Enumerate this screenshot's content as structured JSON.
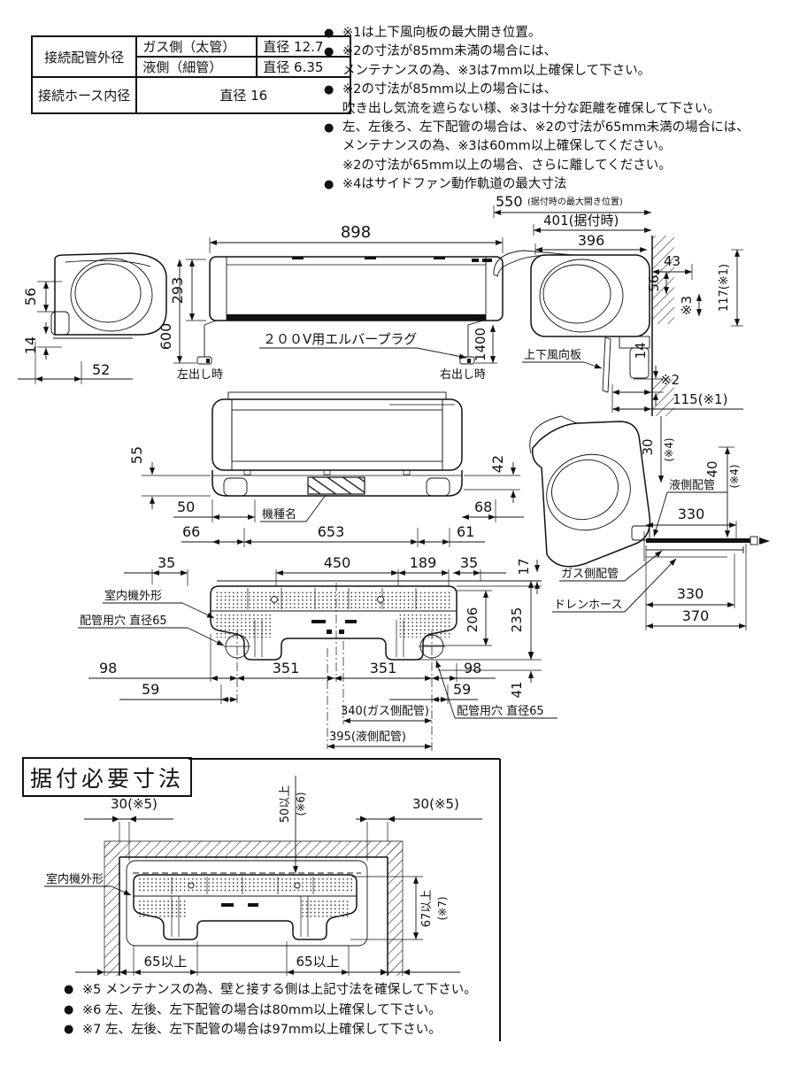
{
  "spec_table": {
    "r1c1": "接続配管外径",
    "r1c2": "ガス側（太管）",
    "r1c3": "直径 12.7",
    "r2c2": "液側（細管）",
    "r2c3": "直径 6.35",
    "r3c1": "接続ホース内径",
    "r3c2": "直径 16"
  },
  "notes_top": {
    "lines": [
      {
        "b": "●",
        "t": "※1は上下風向板の最大開き位置。"
      },
      {
        "b": "●",
        "t": "※2の寸法が85mm未満の場合には、"
      },
      {
        "b": "",
        "t": "メンテナンスの為、※3は7mm以上確保して下さい。"
      },
      {
        "b": "●",
        "t": "※2の寸法が85mm以上の場合には、"
      },
      {
        "b": "",
        "t": "吹き出し気流を遮らない様、※3は十分な距離を確保して下さい。"
      },
      {
        "b": "●",
        "t": "左、左後ろ、左下配管の場合は、※2の寸法が65mm未満の場合には、"
      },
      {
        "b": "",
        "t": "メンテナンスの為、※3は60mm以上確保してください。"
      },
      {
        "b": "",
        "t": "※2の寸法が65mm以上の場合、さらに離してください。"
      },
      {
        "b": "●",
        "t": "※4はサイドファン動作軌道の最大寸法"
      }
    ]
  },
  "lsv": {
    "d56": "56",
    "d14": "14",
    "d52": "52"
  },
  "fv": {
    "d898": "898",
    "d293": "293",
    "d600": "600",
    "d1400": "1400",
    "plug": "２００V用エルバープラグ",
    "left_exit": "左出し時",
    "right_exit": "右出し時"
  },
  "isv": {
    "d550": "550",
    "d550n": "(据付時の最大開き位置)",
    "d401": "401(据付時)",
    "d396": "396",
    "d43": "43",
    "d56": "56",
    "s3": "※3",
    "d117": "117(※1)",
    "d14": "14",
    "s2": "※2",
    "d115": "115(※1)",
    "flap": "上下風向板"
  },
  "bv": {
    "d55": "55",
    "d42": "42",
    "d50": "50",
    "d66": "66",
    "d653": "653",
    "d61": "61",
    "d68": "68",
    "model": "機種名"
  },
  "pv": {
    "d35l": "35",
    "d450": "450",
    "d189": "189",
    "d35r": "35",
    "d17": "17",
    "d206": "206",
    "d235": "235",
    "d98l": "98",
    "d351a": "351",
    "d351b": "351",
    "d98r": "98",
    "d59l": "59",
    "d59r": "59",
    "d41": "41",
    "d340": "340(ガス側配管)",
    "d395": "395(液側配管)",
    "outline": "室内機外形",
    "hole_l": "配管用穴 直径65",
    "hole_r": "配管用穴 直径65"
  },
  "psv": {
    "d30": "30",
    "d30n": "(※4)",
    "d40": "40",
    "d40n": "(※4)",
    "liquid": "液側配管",
    "gas": "ガス側配管",
    "drain": "ドレンホース",
    "d330a": "330",
    "d330b": "330",
    "d370": "370"
  },
  "inst": {
    "title": "据付必要寸法",
    "d30l": "30(※5)",
    "d30r": "30(※5)",
    "d50": "50以上",
    "d50n": "(※6)",
    "d67": "67以上",
    "d67n": "(※7)",
    "d65l": "65以上",
    "d65r": "65以上",
    "outline": "室内機外形",
    "notes": [
      {
        "b": "●",
        "t": "※5 メンテナンスの為、壁と接する側は上記寸法を確保して下さい。"
      },
      {
        "b": "●",
        "t": "※6 左、左後、左下配管の場合は80mm以上確保して下さい。"
      },
      {
        "b": "●",
        "t": "※7 左、左後、左下配管の場合は97mm以上確保して下さい。"
      }
    ]
  }
}
